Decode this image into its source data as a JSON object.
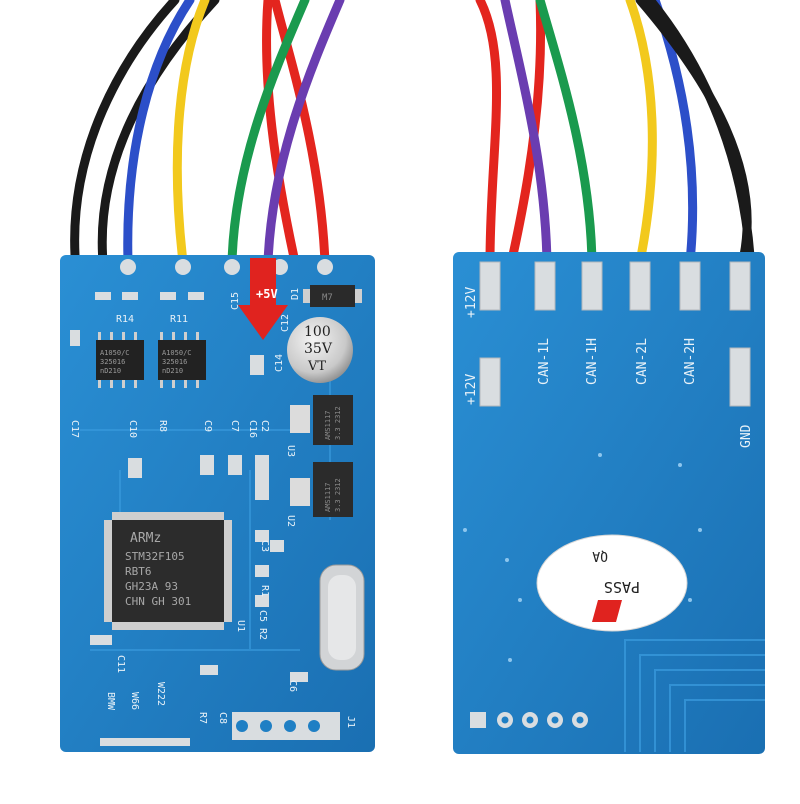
{
  "colors": {
    "pcb": "#1f7fc4",
    "pcb_dark": "#16609a",
    "pad": "#d9dde0",
    "silkscreen": "#e9f2f8",
    "arrow": "#e0231f",
    "wire_black": "#1a1a1a",
    "wire_blue": "#2c4fc9",
    "wire_yellow": "#f2c91d",
    "wire_red": "#e3251e",
    "wire_green": "#1a9a4e",
    "wire_purple": "#6a3db0"
  },
  "front_board": {
    "arrow_label": "+5V",
    "mcu_text": [
      "ARMz",
      "STM32F105",
      "RBT6",
      "GH23A 93",
      "CHN GH 301"
    ],
    "capacitor_text": [
      "100",
      "35V",
      "VT"
    ],
    "transceiver_text": [
      "A1050/C",
      "325016",
      "nD210"
    ],
    "regulator_text": [
      "AMS1117",
      "3.3 2312"
    ],
    "labels": {
      "c15": "C15",
      "d1": "D1",
      "m7": "M7",
      "c12": "C12",
      "c14": "C14",
      "r14": "R14",
      "r11": "R11",
      "c16": "C16",
      "c17": "C17",
      "c10": "C10",
      "r8": "R8",
      "c9": "C9",
      "c7": "C7",
      "c2": "C2",
      "u3": "U3",
      "u2": "U2",
      "c3": "C3",
      "r1": "R1",
      "c5": "C5",
      "r2": "R2",
      "u1": "U1",
      "c11": "C11",
      "c6": "C6",
      "r7": "R7",
      "c8": "C8",
      "j1": "J1",
      "bmw": "BMW",
      "w66": "W66",
      "w222": "W222"
    }
  },
  "back_board": {
    "pad_labels": [
      "+12V",
      "+12V",
      "CAN-1L",
      "CAN-1H",
      "CAN-2L",
      "CAN-2H",
      "GND"
    ],
    "qa_sticker": [
      "QA",
      "PASS"
    ]
  }
}
